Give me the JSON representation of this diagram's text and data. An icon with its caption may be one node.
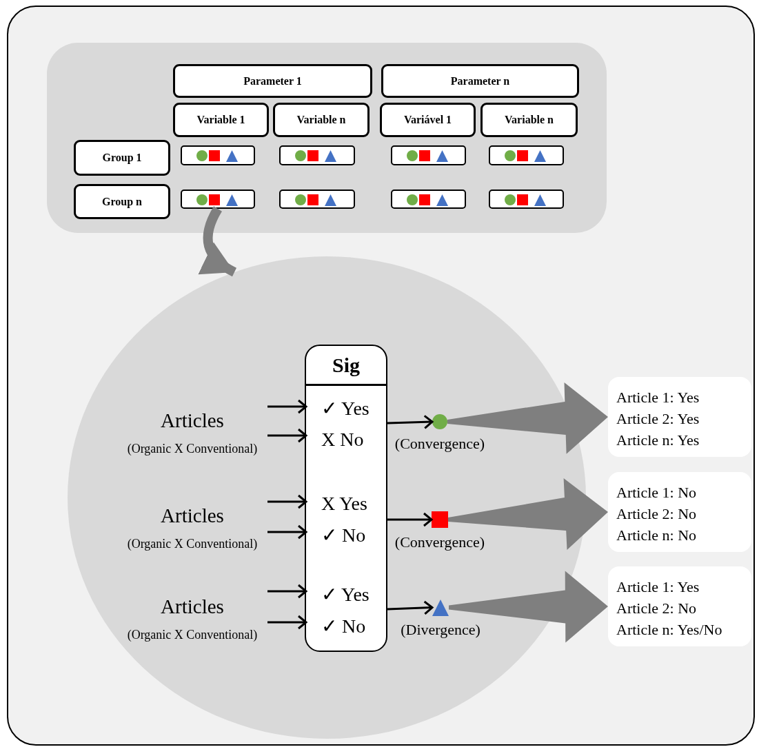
{
  "diagram": {
    "nodes": [
      {
        "text": [],
        "shape": "box"
      },
      {
        "text": [
          "Parameter 1"
        ],
        "in": 0
      },
      {
        "text": [
          "Parameter n"
        ],
        "in": 0
      },
      {
        "text": [
          "Variable 1"
        ],
        "in": 0
      },
      {
        "text": [
          "Variable n"
        ],
        "in": 0
      },
      {
        "text": [
          "Variável 1"
        ],
        "in": 0
      },
      {
        "text": [
          "Variable n"
        ],
        "in": 0
      },
      {
        "text": [
          "Group 1"
        ],
        "in": 0
      },
      {
        "text": [
          "Group n"
        ],
        "in": 0
      },
      {
        "text": [],
        "shape": "box",
        "in": 0
      },
      {
        "text": [],
        "shape": "box",
        "in": 0
      },
      {
        "text": [],
        "shape": "box",
        "in": 0
      },
      {
        "text": [],
        "shape": "box",
        "in": 0
      },
      {
        "text": [],
        "shape": "box",
        "in": 0
      },
      {
        "text": [],
        "shape": "box",
        "in": 0
      },
      {
        "text": [],
        "shape": "box",
        "in": 0
      },
      {
        "text": [],
        "shape": "box",
        "in": 0
      },
      {
        "text": [],
        "shape": "ellipse"
      },
      {
        "text": [
          "Articles",
          "(Organic X Conventional)"
        ],
        "in": 17
      },
      {
        "text": [
          "Articles",
          "(Organic X Conventional)"
        ],
        "in": 17
      },
      {
        "text": [
          "Articles",
          "(Organic X Conventional)"
        ],
        "in": 17
      },
      {
        "text": [
          "Sig"
        ],
        "in": 17
      },
      {
        "text": [
          "✓ Yes"
        ],
        "in": 21
      },
      {
        "text": [
          "X No"
        ],
        "in": 21
      },
      {
        "text": [
          "X Yes"
        ],
        "in": 21
      },
      {
        "text": [
          "✓ No"
        ],
        "in": 21
      },
      {
        "text": [
          "✓ Yes"
        ],
        "in": 21
      },
      {
        "text": [
          "✓ No"
        ],
        "in": 21
      },
      {
        "text": [],
        "shape": "circle",
        "beside": [
          "(Convergence)"
        ],
        "in": 17
      },
      {
        "text": [],
        "shape": "square",
        "beside": [
          "(Convergence)"
        ],
        "in": 17
      },
      {
        "text": [],
        "shape": "triangle",
        "beside": [
          "(Divergence)"
        ],
        "in": 17
      },
      {
        "text": [
          "Article 1: Yes",
          "Article 2: Yes",
          "Article n: Yes"
        ]
      },
      {
        "text": [
          "Article 1: No",
          "Article 2: No",
          "Article n: No"
        ]
      },
      {
        "text": [
          "Article 1: Yes",
          "Article 2: No",
          "Article n: Yes/No"
        ]
      }
    ],
    "edges": [
      {
        "from": 13,
        "to": 17,
        "arrow": "to",
        "style": "thick",
        "color": "#7f7f7f"
      },
      {
        "from": 18,
        "to": 22,
        "arrow": "to"
      },
      {
        "from": 18,
        "to": 23,
        "arrow": "to"
      },
      {
        "from": 19,
        "to": 24,
        "arrow": "to"
      },
      {
        "from": 19,
        "to": 25,
        "arrow": "to"
      },
      {
        "from": 20,
        "to": 26,
        "arrow": "to"
      },
      {
        "from": 20,
        "to": 27,
        "arrow": "to"
      },
      {
        "from": 21,
        "to": 28,
        "arrow": "to"
      },
      {
        "from": 21,
        "to": 29,
        "arrow": "to"
      },
      {
        "from": 21,
        "to": 30,
        "arrow": "to"
      },
      {
        "from": 28,
        "to": 31,
        "arrow": "to",
        "style": "thick",
        "color": "#7f7f7f"
      },
      {
        "from": 29,
        "to": 32,
        "arrow": "to",
        "style": "thick",
        "color": "#7f7f7f"
      },
      {
        "from": 30,
        "to": 33,
        "arrow": "to",
        "style": "thick",
        "color": "#7f7f7f"
      }
    ]
  }
}
